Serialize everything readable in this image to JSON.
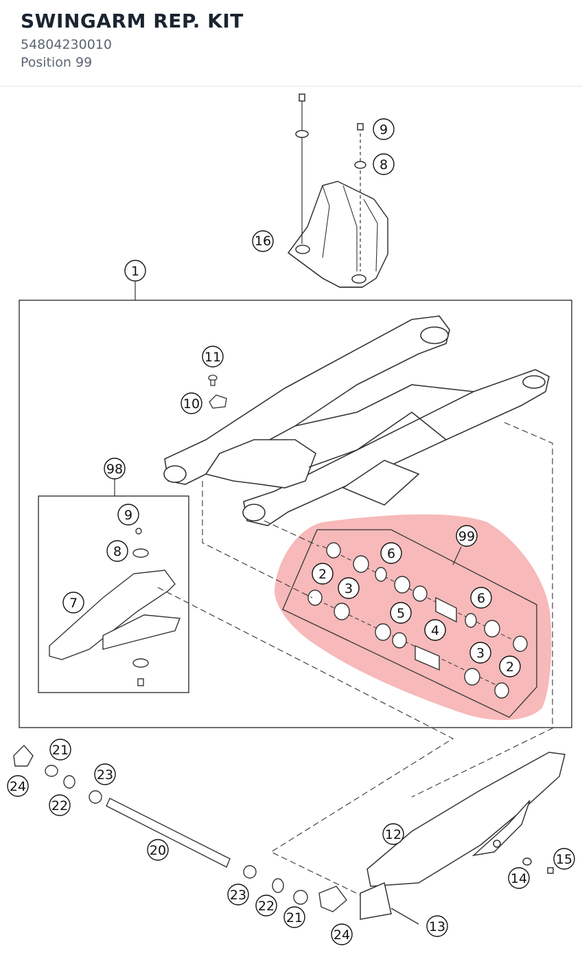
{
  "header": {
    "title": "SWINGARM REP. KIT",
    "part_number": "54804230010",
    "position": "Position 99"
  },
  "diagram": {
    "highlight_color": "#f08080",
    "callouts": {
      "c1": "1",
      "c2a": "2",
      "c2b": "2",
      "c3a": "3",
      "c3b": "3",
      "c4": "4",
      "c5": "5",
      "c6a": "6",
      "c6b": "6",
      "c7": "7",
      "c8a": "8",
      "c8b": "8",
      "c9a": "9",
      "c9b": "9",
      "c10": "10",
      "c11": "11",
      "c12": "12",
      "c13": "13",
      "c14": "14",
      "c15": "15",
      "c16": "16",
      "c20": "20",
      "c21a": "21",
      "c21b": "21",
      "c22a": "22",
      "c22b": "22",
      "c23a": "23",
      "c23b": "23",
      "c24a": "24",
      "c24b": "24",
      "c98": "98",
      "c99": "99"
    }
  }
}
